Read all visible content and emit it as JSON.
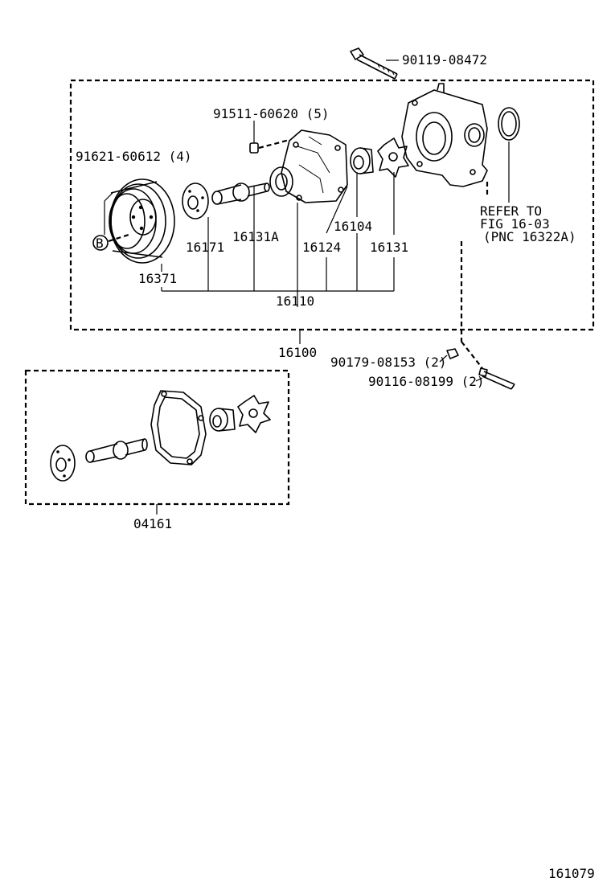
{
  "labels": {
    "bolt_top": "90119-08472",
    "bolt_pump": "91511-60620 (5)",
    "bolt_pulley": "91621-60612 (4)",
    "marker_b": "B",
    "p16171": "16171",
    "p16131a": "16131A",
    "p16124": "16124",
    "p16104": "16104",
    "p16131": "16131",
    "p16371": "16371",
    "p16110": "16110",
    "p16100": "16100",
    "refer1": "REFER TO",
    "refer2": "FIG 16-03",
    "refer3": "(PNC 16322A)",
    "nut": "90179-08153 (2)",
    "stud": "90116-08199 (2)",
    "kit": "04161",
    "fig_no": "161079"
  }
}
